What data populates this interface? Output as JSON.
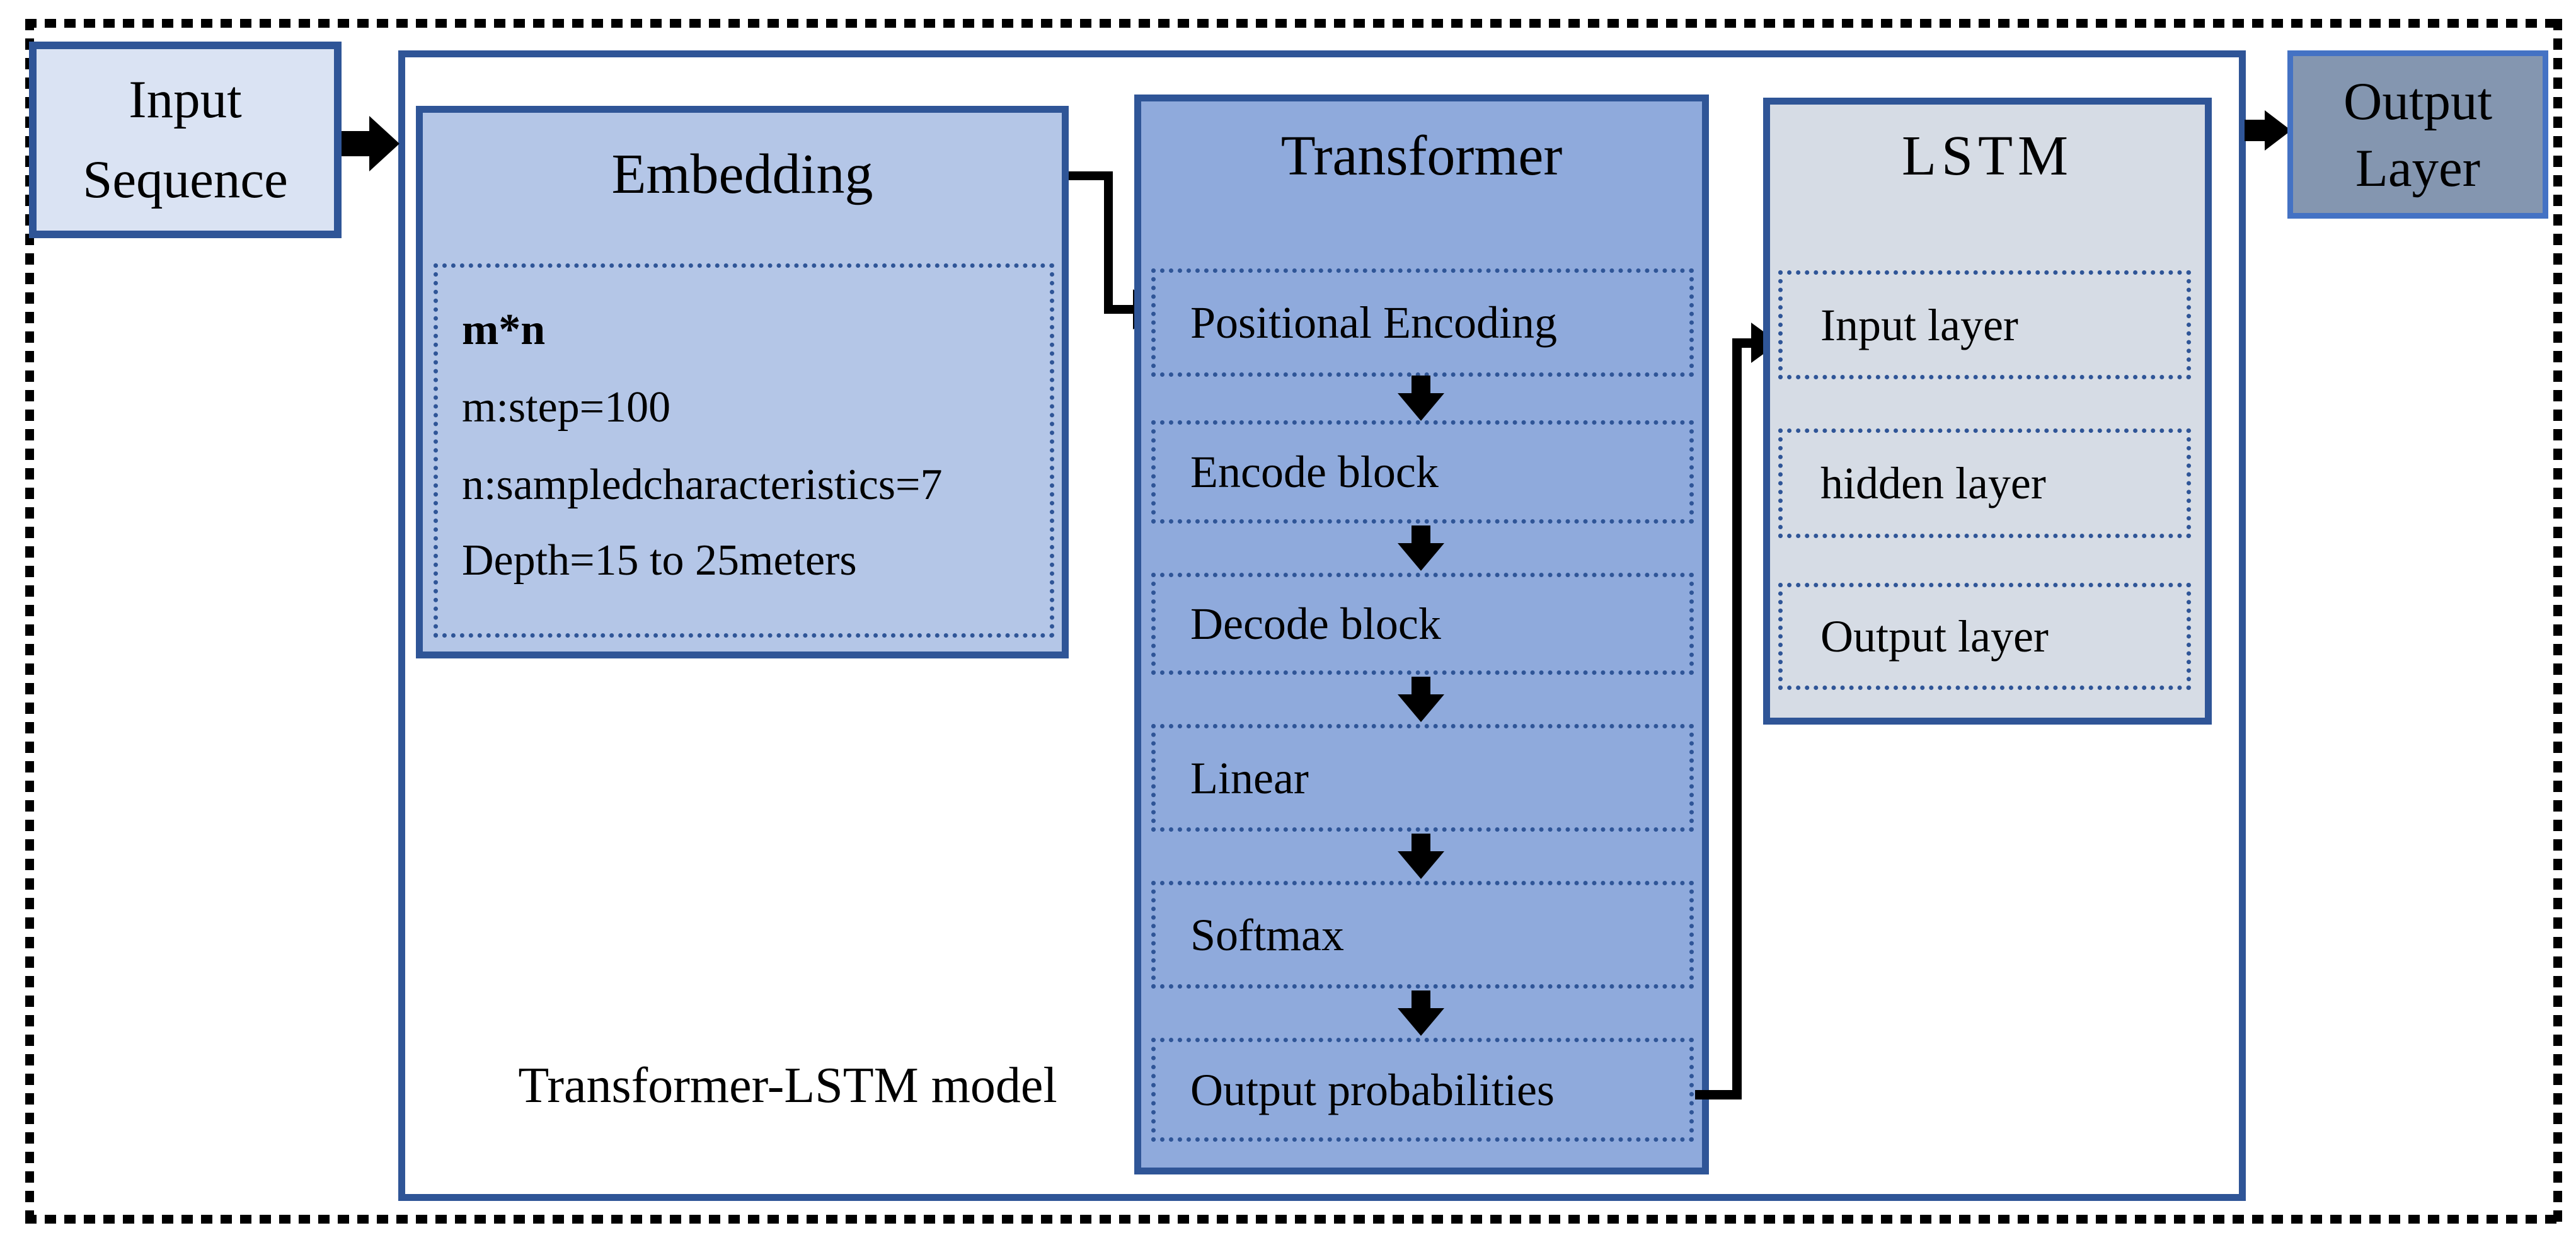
{
  "colors": {
    "navy_border": "#2f5597",
    "connector_black": "#000000",
    "input_sequence_fill": "#dae3f3",
    "embedding_fill": "#b4c6e7",
    "transformer_fill": "#8faadc",
    "lstm_fill": "#d6dce5",
    "output_layer_fill": "#8496b0",
    "output_layer_border": "#4472c4"
  },
  "input_sequence": {
    "line1": "Input",
    "line2": "Sequence"
  },
  "model": {
    "label": "Transformer-LSTM model"
  },
  "embedding": {
    "title": "Embedding",
    "params": [
      "m*n",
      "m:step=100",
      "n:sampledcharacteristics=7",
      "Depth=15 to 25meters"
    ]
  },
  "transformer": {
    "title": "Transformer",
    "blocks": [
      "Positional Encoding",
      "Encode block",
      "Decode block",
      "Linear",
      "Softmax",
      "Output probabilities"
    ]
  },
  "lstm": {
    "title": "LSTM",
    "layers": [
      "Input layer",
      "hidden layer",
      "Output layer"
    ]
  },
  "output_layer": {
    "line1": "Output",
    "line2": "Layer"
  }
}
